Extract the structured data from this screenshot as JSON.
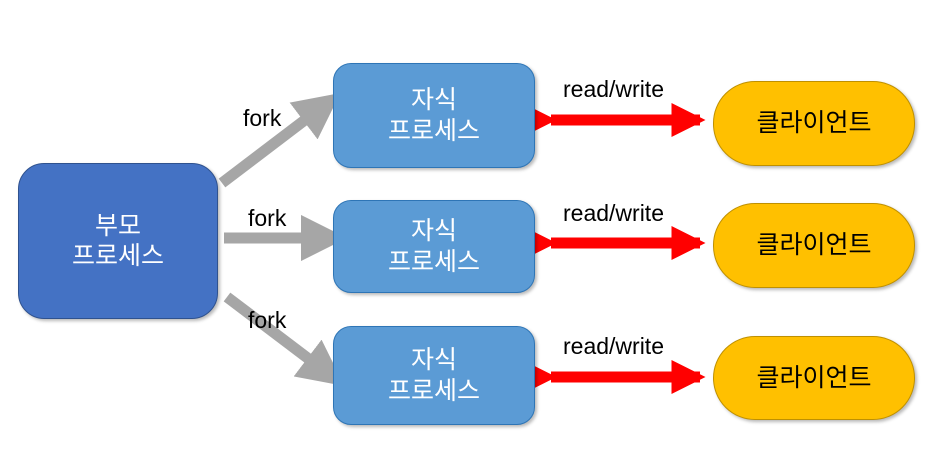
{
  "diagram": {
    "title": "fork-based multi-process server diagram",
    "background_color": "#FFFFFF",
    "colors": {
      "parent_fill": "#4472C4",
      "parent_border": "#2F528F",
      "child_fill": "#5B9BD5",
      "child_border": "#2E75B6",
      "client_fill": "#FFC000",
      "client_border": "#BF9000",
      "fork_arrow": "#A6A6A6",
      "rw_arrow": "#FF0000",
      "label_text": "#000000",
      "node_text_light": "#FFFFFF"
    }
  },
  "nodes": {
    "parent": {
      "label": "부모\n프로세스"
    },
    "children": [
      {
        "label": "자식\n프로세스"
      },
      {
        "label": "자식\n프로세스"
      },
      {
        "label": "자식\n프로세스"
      }
    ],
    "clients": [
      {
        "label": "클라이언트"
      },
      {
        "label": "클라이언트"
      },
      {
        "label": "클라이언트"
      }
    ]
  },
  "edges": {
    "fork": [
      {
        "label": "fork",
        "direction": "up-right"
      },
      {
        "label": "fork",
        "direction": "right"
      },
      {
        "label": "fork",
        "direction": "down-right"
      }
    ],
    "read_write": [
      {
        "label": "read/write",
        "direction": "both"
      },
      {
        "label": "read/write",
        "direction": "both"
      },
      {
        "label": "read/write",
        "direction": "both"
      }
    ]
  }
}
